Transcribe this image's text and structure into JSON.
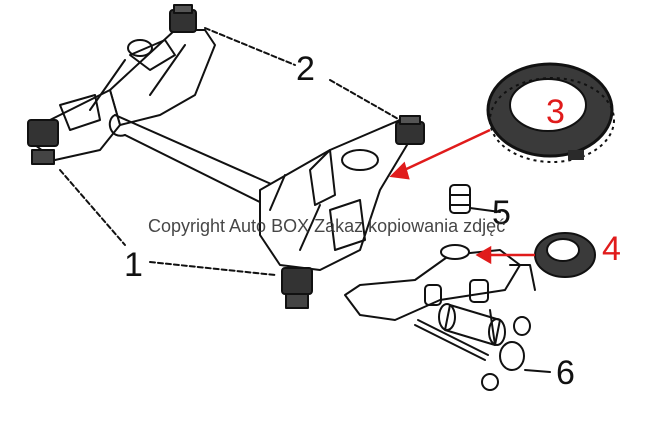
{
  "labels": {
    "l1": "1",
    "l2": "2",
    "l3": "3",
    "l4": "4",
    "l5": "5",
    "l6": "6"
  },
  "watermark": "Copyright Auto BOX Zakaz kopiowania zdjęć",
  "colors": {
    "line": "#111111",
    "accent": "#e01b1b",
    "part_fill": "#2a2a2a",
    "part_shade": "#4a4a4a"
  }
}
